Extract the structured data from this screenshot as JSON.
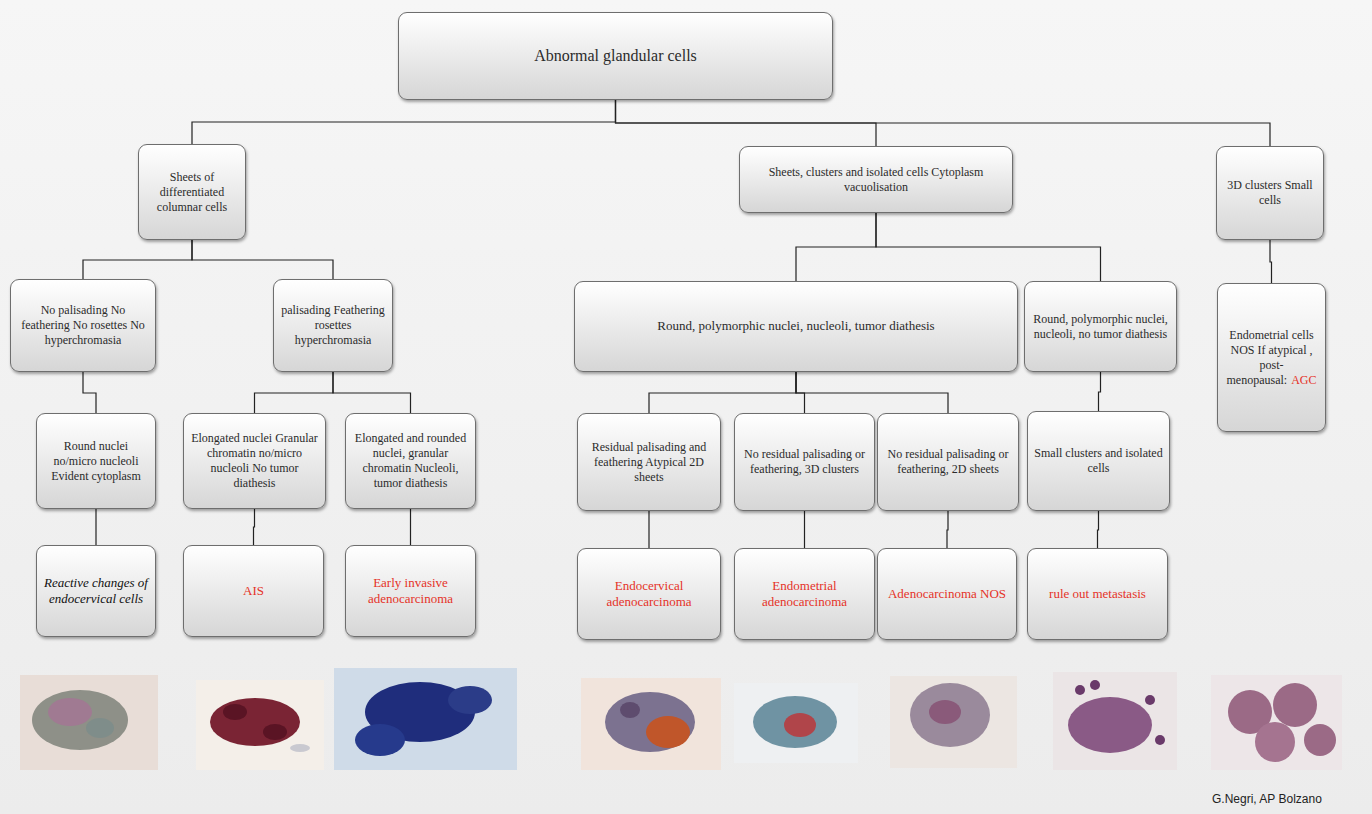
{
  "diagram": {
    "nodes": [
      {
        "text": [
          "Abnormal glandular cells"
        ]
      },
      {
        "text": [
          "Sheets of differentiated columnar cells"
        ]
      },
      {
        "text": [
          "Sheets, clusters and isolated cells Cytoplasm vacuolisation"
        ]
      },
      {
        "text": [
          "3D clusters Small cells"
        ]
      },
      {
        "text": [
          "No palisading No feathering No rosettes No hyperchromasia"
        ]
      },
      {
        "text": [
          "palisading Feathering rosettes hyperchromasia"
        ]
      },
      {
        "text": [
          "Round, polymorphic nuclei, nucleoli, tumor diathesis"
        ]
      },
      {
        "text": [
          "Round, polymorphic nuclei, nucleoli, no tumor diathesis"
        ]
      },
      {
        "text": [
          "Endometrial cells NOS If atypical , post-menopausal:",
          "AGC"
        ]
      },
      {
        "text": [
          "Round nuclei no/micro nucleoli Evident cytoplasm"
        ]
      },
      {
        "text": [
          "Elongated nuclei Granular chromatin no/micro nucleoli No tumor diathesis"
        ]
      },
      {
        "text": [
          "Elongated and rounded nuclei, granular chromatin Nucleoli, tumor diathesis"
        ]
      },
      {
        "text": [
          "Residual palisading and feathering Atypical 2D sheets"
        ]
      },
      {
        "text": [
          "No residual palisading or feathering, 3D clusters"
        ]
      },
      {
        "text": [
          "No residual palisading or feathering, 2D sheets"
        ]
      },
      {
        "text": [
          "Small clusters and isolated cells"
        ]
      },
      {
        "text": [
          "Reactive changes of endocervical cells"
        ]
      },
      {
        "text": [
          "AIS"
        ]
      },
      {
        "text": [
          "Early invasive adenocarcinoma"
        ]
      },
      {
        "text": [
          "Endocervical adenocarcinoma"
        ]
      },
      {
        "text": [
          "Endometrial adenocarcinoma"
        ]
      },
      {
        "text": [
          "Adenocarcinoma NOS"
        ]
      },
      {
        "text": [
          "rule out metastasis"
        ]
      }
    ],
    "edges": [
      {
        "from": 0,
        "to": 1,
        "arrow": "none"
      },
      {
        "from": 0,
        "to": 2,
        "arrow": "none"
      },
      {
        "from": 0,
        "to": 3,
        "arrow": "none"
      },
      {
        "from": 1,
        "to": 4,
        "arrow": "none"
      },
      {
        "from": 1,
        "to": 5,
        "arrow": "none"
      },
      {
        "from": 2,
        "to": 6,
        "arrow": "none"
      },
      {
        "from": 2,
        "to": 7,
        "arrow": "none"
      },
      {
        "from": 3,
        "to": 8,
        "arrow": "none"
      },
      {
        "from": 4,
        "to": 9,
        "arrow": "none"
      },
      {
        "from": 5,
        "to": 10,
        "arrow": "none"
      },
      {
        "from": 5,
        "to": 11,
        "arrow": "none"
      },
      {
        "from": 6,
        "to": 12,
        "arrow": "none"
      },
      {
        "from": 6,
        "to": 13,
        "arrow": "none"
      },
      {
        "from": 6,
        "to": 14,
        "arrow": "none"
      },
      {
        "from": 7,
        "to": 15,
        "arrow": "none"
      },
      {
        "from": 9,
        "to": 16,
        "arrow": "none"
      },
      {
        "from": 10,
        "to": 17,
        "arrow": "none"
      },
      {
        "from": 11,
        "to": 18,
        "arrow": "none"
      },
      {
        "from": 12,
        "to": 19,
        "arrow": "none"
      },
      {
        "from": 13,
        "to": 20,
        "arrow": "none"
      },
      {
        "from": 14,
        "to": 21,
        "arrow": "none"
      },
      {
        "from": 15,
        "to": 22,
        "arrow": "none"
      }
    ],
    "labels": [
      "G.Negri, AP Bolzano"
    ]
  }
}
